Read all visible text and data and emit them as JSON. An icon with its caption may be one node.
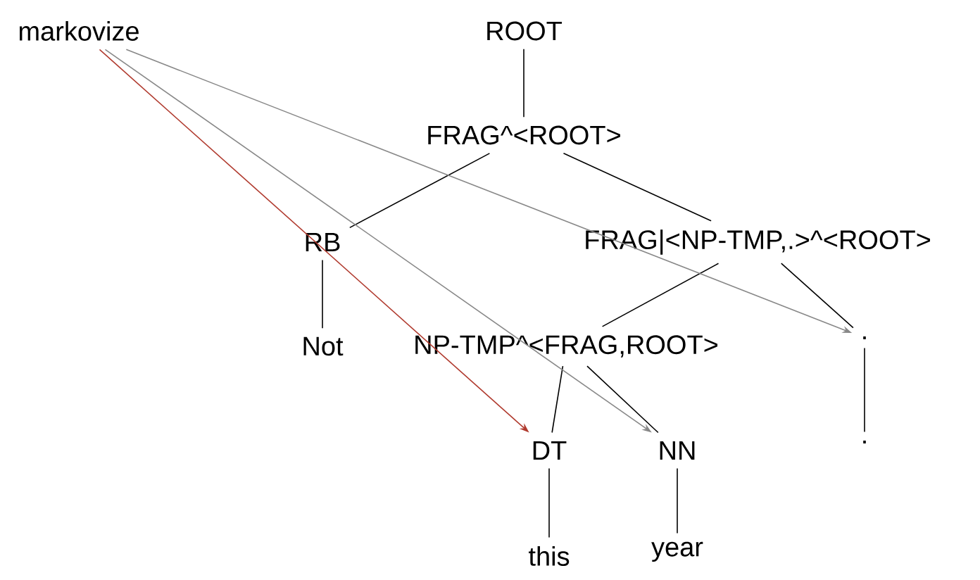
{
  "diagram": {
    "nodes": [
      {
        "text": [
          "markovize"
        ]
      },
      {
        "text": [
          "ROOT"
        ]
      },
      {
        "text": [
          "FRAG^<ROOT>"
        ]
      },
      {
        "text": [
          "RB"
        ]
      },
      {
        "text": [
          "FRAG|<NP-TMP,.>^<ROOT>"
        ]
      },
      {
        "text": [
          "Not"
        ]
      },
      {
        "text": [
          "NP-TMP^<FRAG,ROOT>"
        ]
      },
      {
        "text": [
          "."
        ]
      },
      {
        "text": [
          "DT"
        ]
      },
      {
        "text": [
          "NN"
        ]
      },
      {
        "text": [
          "."
        ]
      },
      {
        "text": [
          "this"
        ]
      },
      {
        "text": [
          "year"
        ]
      }
    ],
    "edges": [
      {
        "from": 1,
        "to": 2,
        "arrow": "none"
      },
      {
        "from": 2,
        "to": 3,
        "arrow": "none"
      },
      {
        "from": 2,
        "to": 4,
        "arrow": "none"
      },
      {
        "from": 3,
        "to": 5,
        "arrow": "none"
      },
      {
        "from": 4,
        "to": 6,
        "arrow": "none"
      },
      {
        "from": 4,
        "to": 7,
        "arrow": "none"
      },
      {
        "from": 6,
        "to": 8,
        "arrow": "none"
      },
      {
        "from": 6,
        "to": 9,
        "arrow": "none"
      },
      {
        "from": 7,
        "to": 10,
        "arrow": "none"
      },
      {
        "from": 8,
        "to": 11,
        "arrow": "none"
      },
      {
        "from": 9,
        "to": 12,
        "arrow": "none"
      },
      {
        "from": 0,
        "to": 8,
        "arrow": "to",
        "color": "#b03a2e"
      },
      {
        "from": 0,
        "to": 9,
        "arrow": "to",
        "color": "#888888"
      },
      {
        "from": 0,
        "to": 7,
        "arrow": "to",
        "color": "#888888"
      }
    ]
  }
}
